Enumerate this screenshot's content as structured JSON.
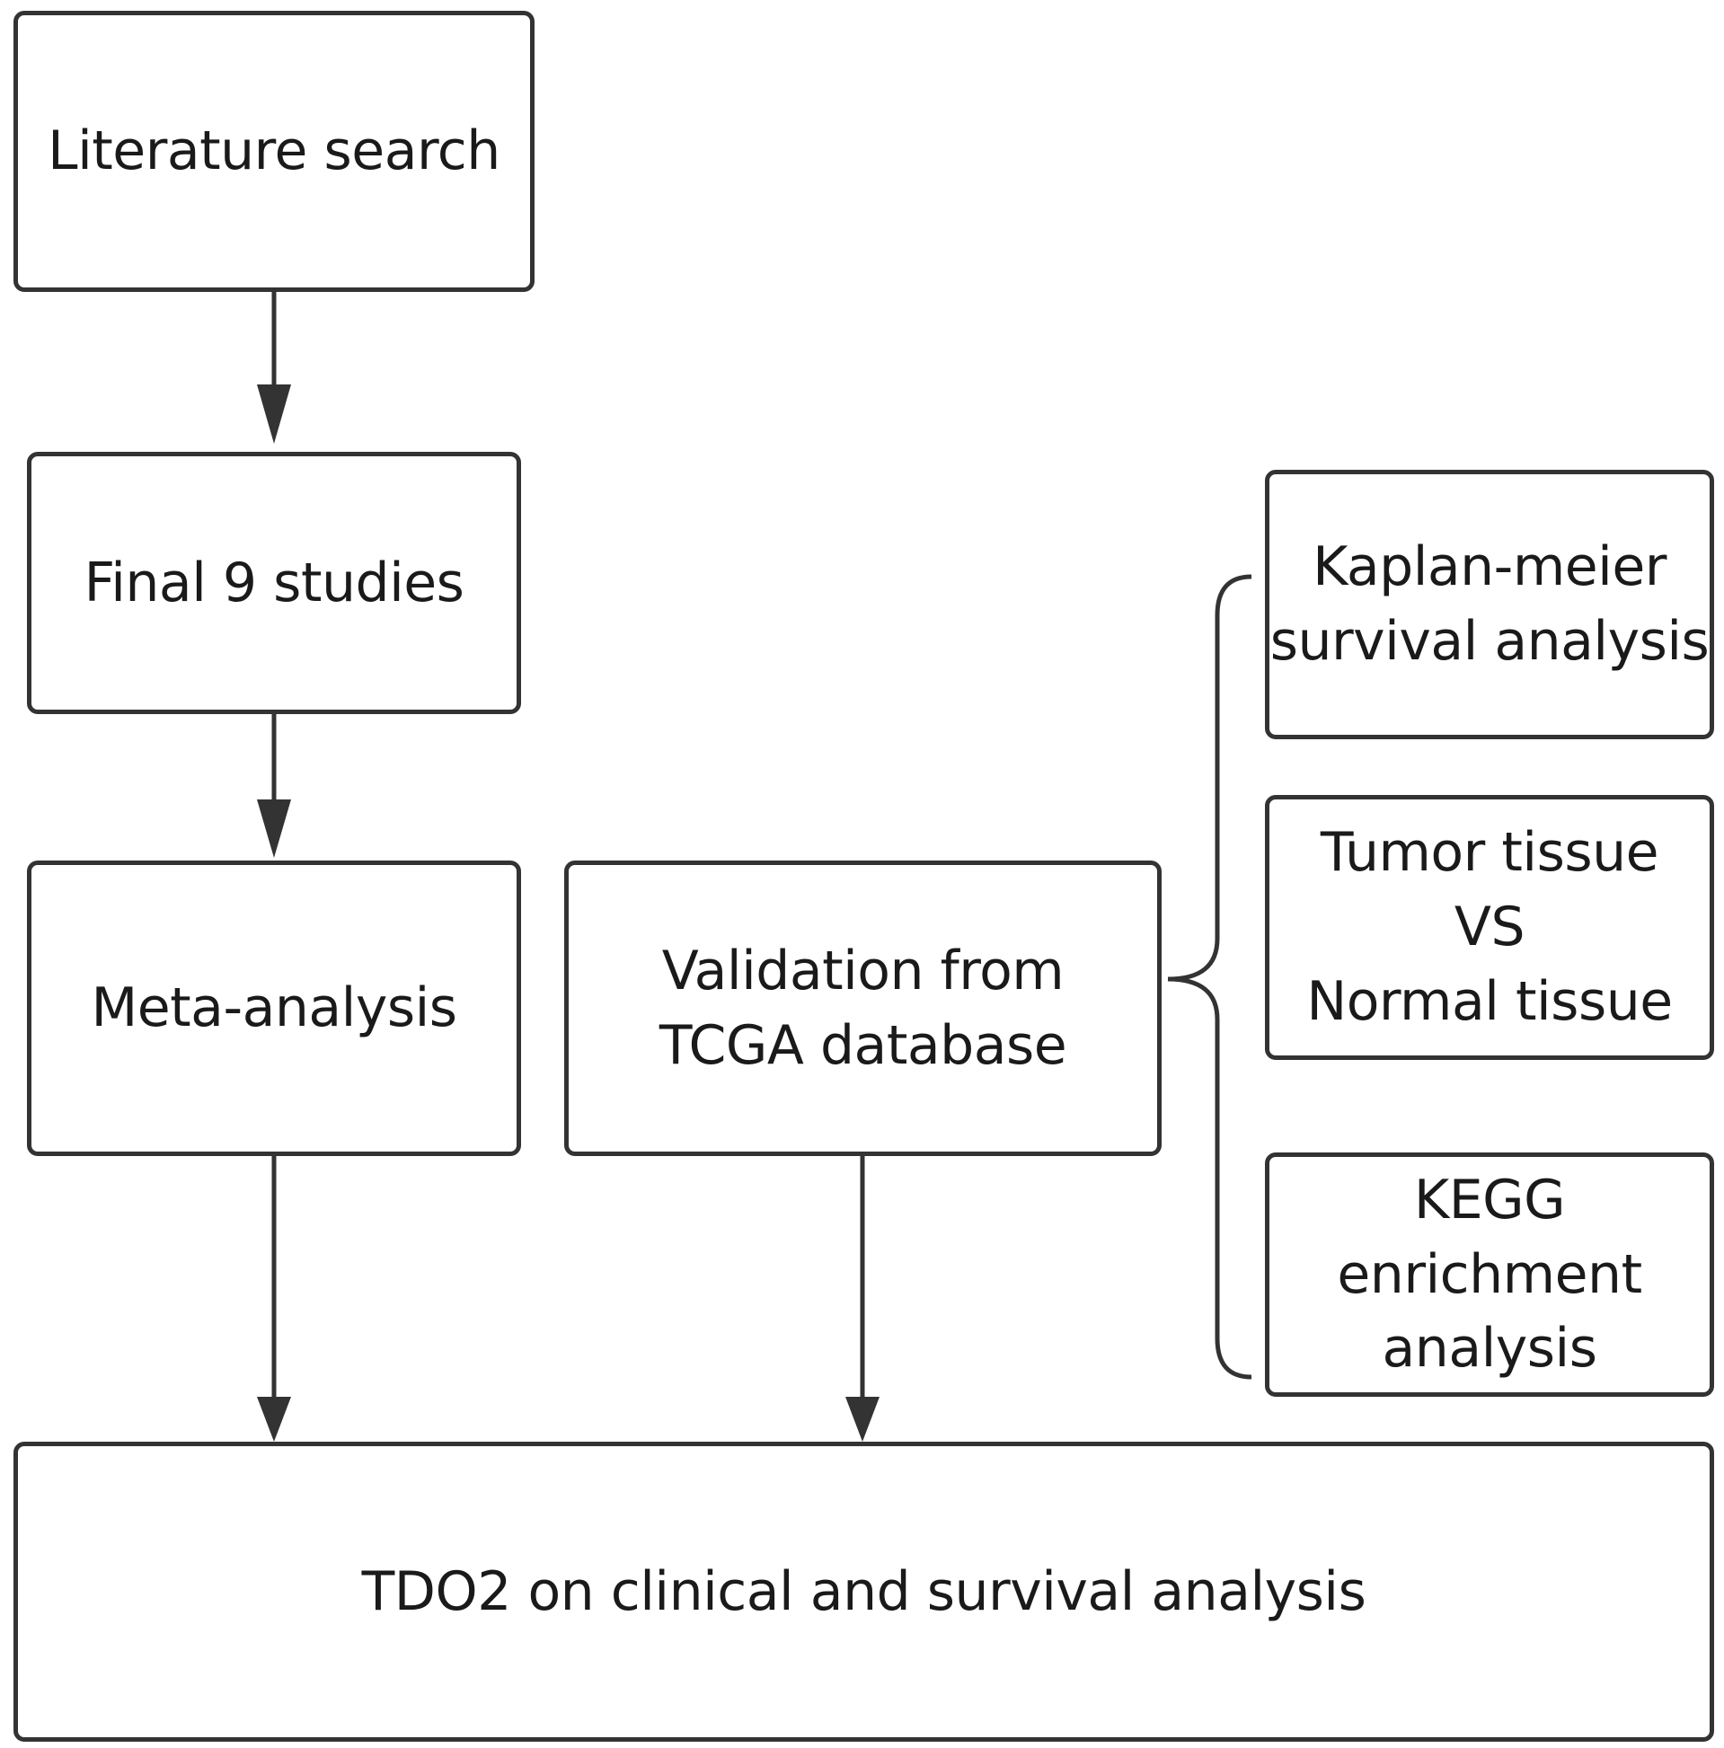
{
  "nodes": {
    "literature_search": "Literature search",
    "final_studies": "Final 9 studies",
    "meta_analysis": "Meta-analysis",
    "validation": "Validation from\nTCGA database",
    "kaplan_meier": "Kaplan-meier\nsurvival analysis",
    "tumor_vs_normal": "Tumor tissue\nVS\nNormal tissue",
    "kegg": "KEGG\nenrichment\nanalysis",
    "tdo2": "TDO2 on clinical and survival analysis"
  },
  "colors": {
    "line": "#333333",
    "border": "#333333",
    "background": "#ffffff"
  }
}
